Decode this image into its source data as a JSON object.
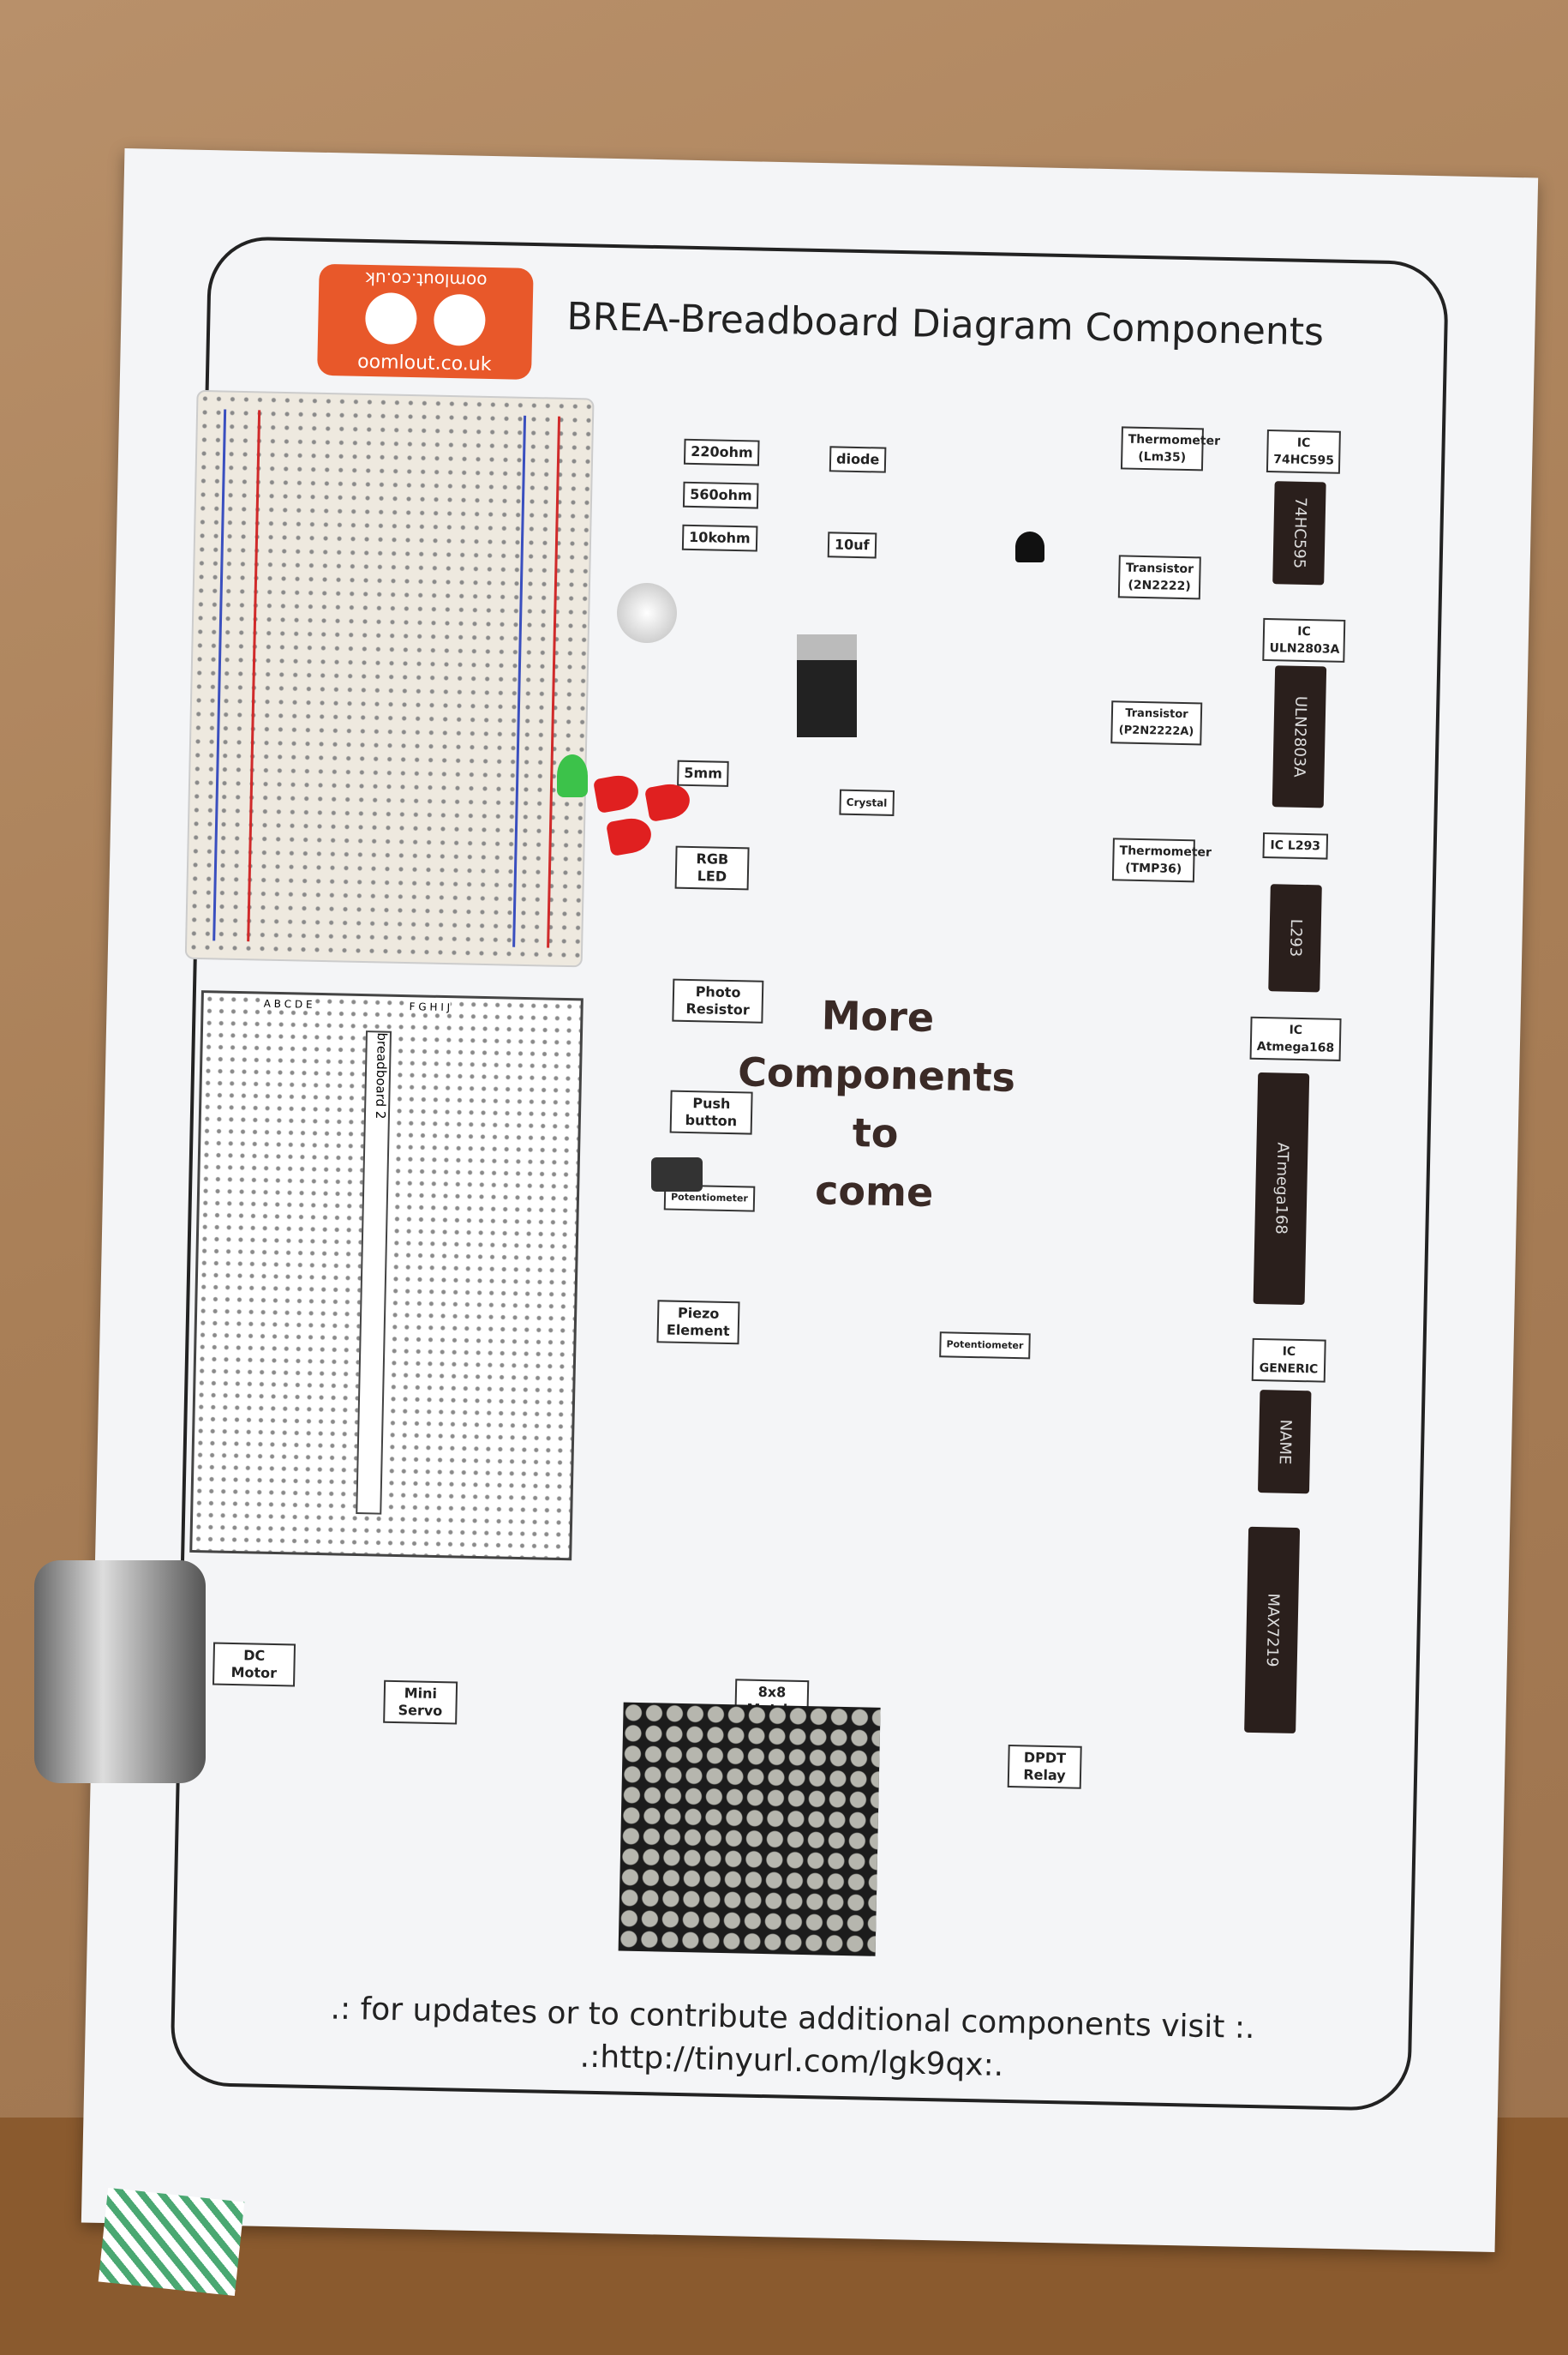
{
  "logo": {
    "top": "oomlout.co.uk",
    "bottom": "oomlout.co.uk"
  },
  "title": "BREA-Breadboard Diagram Components",
  "breadboard2": {
    "label": "breadboard 2",
    "cols_left": "A B C D E",
    "cols_right": "F G H I J"
  },
  "labels": {
    "diode": "diode",
    "cap": "10uf",
    "ldr5": "5mm",
    "rgb": "RGB LED",
    "photo": "Photo Resistor",
    "push": "Push button",
    "pot": "Potentiometer",
    "piezo": "Piezo Element",
    "crystal": "Crystal",
    "therm1": "Thermometer (Lm35)",
    "trans1": "Transistor (2N2222)",
    "trans2": "Transistor (P2N2222A)",
    "therm2": "Thermometer (TMP36)",
    "dcmotor": "DC Motor",
    "servo": "Mini Servo",
    "matrix": "8x8 Matrix",
    "relay": "DPDT Relay",
    "pot2": "Potentiometer",
    "r1": "220ohm",
    "r2": "560ohm",
    "r3": "10kohm"
  },
  "ics": [
    {
      "head": "IC 74HC595",
      "name": "74HC595"
    },
    {
      "head": "IC ULN2803A",
      "name": "ULN2803A"
    },
    {
      "head": "IC L293",
      "name": "L293"
    },
    {
      "head": "IC Atmega168",
      "name": "ATmega168"
    },
    {
      "head": "IC GENERIC",
      "name": "NAME"
    },
    {
      "head": "",
      "name": "MAX7219"
    }
  ],
  "more": [
    "More",
    "Components",
    "to",
    "come"
  ],
  "footer": [
    ".: for updates or to contribute additional components visit :.",
    ".:http://tinyurl.com/lgk9qx:."
  ],
  "colors": {
    "logo": "#e8582a",
    "paper": "#f4f5f7",
    "wood": "#a97f57"
  }
}
